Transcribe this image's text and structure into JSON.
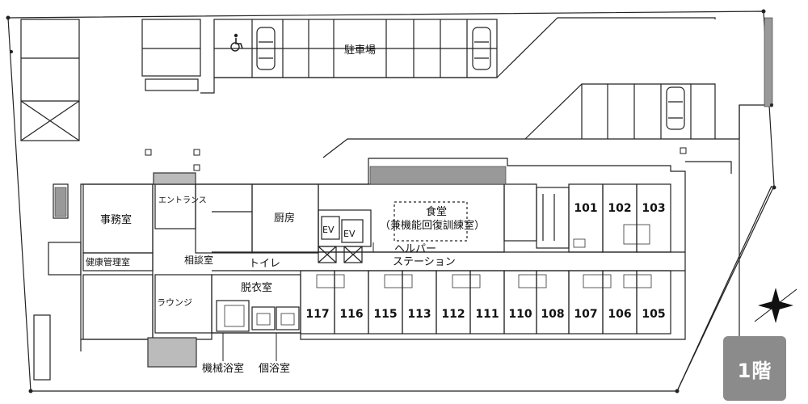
{
  "floor_label": "1階",
  "labels": {
    "parking": "駐車場",
    "entrance": "エントランス",
    "office": "事務室",
    "health_room": "健康管理室",
    "consult_room": "相談室",
    "lounge": "ラウンジ",
    "kitchen": "厨房",
    "ev": "EV",
    "dining_line1": "食堂",
    "dining_line2": "（兼機能回復訓練室）",
    "helper_line1": "ヘルパー",
    "helper_line2": "ステーション",
    "toilet": "トイレ",
    "dressing": "脱衣室",
    "mech_bath": "機械浴室",
    "private_bath": "個浴室"
  },
  "rooms_top": [
    "101",
    "102",
    "103"
  ],
  "rooms_bottom": [
    "117",
    "116",
    "115",
    "113",
    "112",
    "111",
    "110",
    "108",
    "107",
    "106",
    "105"
  ],
  "icons": [
    "accessible-parking-icon",
    "car-icon",
    "compass-icon"
  ]
}
